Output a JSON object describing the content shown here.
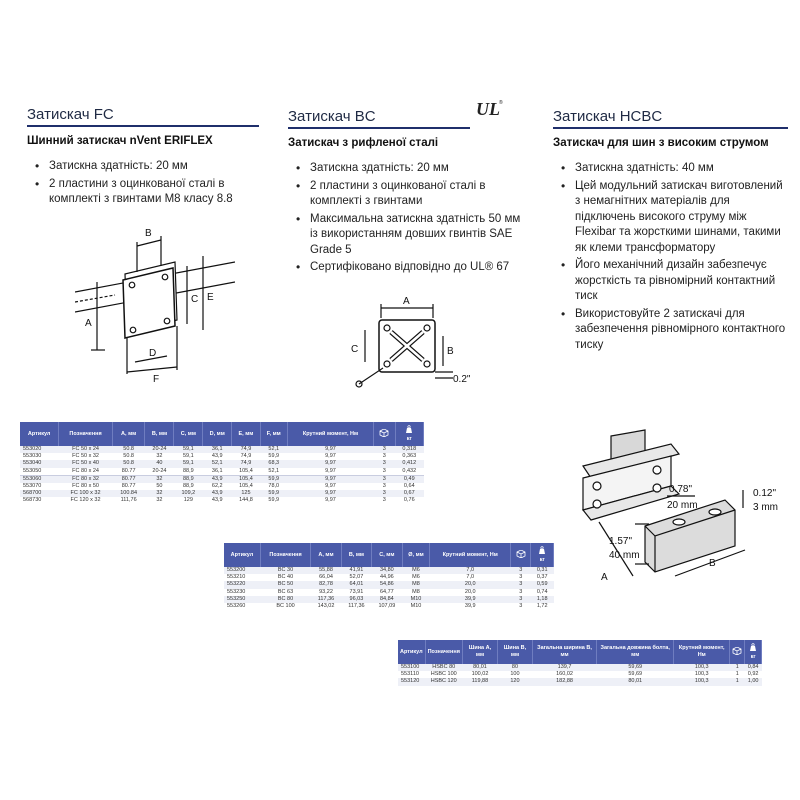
{
  "fc": {
    "title": "Затискач FC",
    "subtitle": "Шинний затискач nVent ERIFLEX",
    "bullets": [
      "Затискна здатність: 20 мм",
      "2 пластини з оцинкованої сталі в комплекті з гвинтами M8 класу 8.8"
    ],
    "diagram_labels": [
      "B",
      "A",
      "C",
      "E",
      "D",
      "F"
    ]
  },
  "bc": {
    "title": "Затискач BC",
    "subtitle": "Затискач з рифленої сталі",
    "bullets": [
      "Затискна здатність: 20 мм",
      "2 пластини з оцинкованої сталі в комплекті з гвинтами",
      "Максимальна затискна здатність 50 мм із використанням довших гвинтів SAE Grade 5",
      "Сертифіковано відповідно до UL® 67"
    ],
    "diagram_labels": [
      "A",
      "C",
      "B",
      "0.2\""
    ]
  },
  "hcbc": {
    "title": "Затискач HCBC",
    "subtitle": "Затискач для шин з високим струмом",
    "bullets": [
      "Затискна здатність: 40 мм",
      "Цей модульний затискач виготовлений з немагнітних матеріалів для підключень високого струму між Flexibar та жорсткими шинами, такими як клеми трансформатору",
      "Його механічний дизайн забезпечує жорсткість та рівномірний контактний тиск",
      "Використовуйте 2 затискачі для забезпечення рівномірного контактного тиску"
    ],
    "diagram_labels": [
      "0.78\"",
      "20 mm",
      "0.12\"",
      "3 mm",
      "1.57\"",
      "40 mm",
      "A",
      "B"
    ]
  },
  "table_fc": {
    "headers": [
      "Артикул",
      "Позначення",
      "A, мм",
      "B, мм",
      "C, мм",
      "D, мм",
      "E, мм",
      "F, мм",
      "Крутний момент, Нм",
      "",
      "кг"
    ],
    "rows": [
      [
        "553020",
        "FC 50 x 24",
        "50.8",
        "20-24",
        "59,1",
        "36,1",
        "74,9",
        "52,1",
        "9,97",
        "3",
        "0,318"
      ],
      [
        "553030",
        "FC 50 x 32",
        "50.8",
        "32",
        "59,1",
        "43,9",
        "74,9",
        "59,9",
        "9,97",
        "3",
        "0,363"
      ],
      [
        "553040",
        "FC 50 x 40",
        "50.8",
        "40",
        "59,1",
        "52,1",
        "74,9",
        "68,3",
        "9,97",
        "3",
        "0,412"
      ],
      [
        "553050",
        "FC 80 x 24",
        "80.77",
        "20-24",
        "88,9",
        "36,1",
        "105,4",
        "52,1",
        "9,97",
        "3",
        "0,432"
      ],
      [
        "553060",
        "FC 80 x 32",
        "80.77",
        "32",
        "88,9",
        "43,9",
        "105,4",
        "59,9",
        "9,97",
        "3",
        "0,49"
      ],
      [
        "553070",
        "FC 80 x 50",
        "80.77",
        "50",
        "88,9",
        "62,2",
        "105,4",
        "78,0",
        "9,97",
        "3",
        "0,64"
      ],
      [
        "568700",
        "FC 100 x 32",
        "100.84",
        "32",
        "109,2",
        "43,9",
        "125",
        "59,9",
        "9,97",
        "3",
        "0,67"
      ],
      [
        "568730",
        "FC 120 x 32",
        "111,76",
        "32",
        "129",
        "43,9",
        "144,8",
        "59,9",
        "9,97",
        "3",
        "0,76"
      ]
    ]
  },
  "table_bc": {
    "headers": [
      "Артикул",
      "Позначення",
      "A, мм",
      "B, мм",
      "C, мм",
      "Ø, мм",
      "Крутний момент, Нм",
      "",
      "кг"
    ],
    "rows": [
      [
        "553200",
        "BC 30",
        "55,88",
        "41,91",
        "34,80",
        "M6",
        "7,0",
        "3",
        "0,31"
      ],
      [
        "553210",
        "BC 40",
        "66,04",
        "52,07",
        "44,96",
        "M6",
        "7,0",
        "3",
        "0,37"
      ],
      [
        "553220",
        "BC 50",
        "82,78",
        "64,01",
        "54,86",
        "M8",
        "20,0",
        "3",
        "0,59"
      ],
      [
        "553230",
        "BC 63",
        "93,22",
        "73,91",
        "64,77",
        "M8",
        "20,0",
        "3",
        "0,74"
      ],
      [
        "553250",
        "BC 80",
        "117,36",
        "96,03",
        "84,84",
        "M10",
        "39,9",
        "3",
        "1,18"
      ],
      [
        "553260",
        "BC 100",
        "143,02",
        "117,36",
        "107,09",
        "M10",
        "39,9",
        "3",
        "1,72"
      ]
    ]
  },
  "table_hsbc": {
    "headers": [
      "Артикул",
      "Позначення",
      "Шина A, мм",
      "Шина B, мм",
      "Загальна ширина B, мм",
      "Загальна довжина болта, мм",
      "Крутний момент, Нм",
      "",
      "кг"
    ],
    "rows": [
      [
        "553100",
        "HSBC 80",
        "80,01",
        "80",
        "139,7",
        "59,69",
        "100,3",
        "1",
        "0,84"
      ],
      [
        "553110",
        "HSBC 100",
        "100,02",
        "100",
        "160,02",
        "59,69",
        "100,3",
        "1",
        "0,92"
      ],
      [
        "553120",
        "HSBC 120",
        "119,88",
        "120",
        "182,88",
        "80,01",
        "100,3",
        "1",
        "1,00"
      ]
    ]
  },
  "colors": {
    "accent": "#1f2f6b",
    "table_header": "#4a5aa8"
  },
  "icons": {
    "ul_mark": "ul-listed-icon",
    "package": "package-icon",
    "weight": "weight-icon"
  }
}
